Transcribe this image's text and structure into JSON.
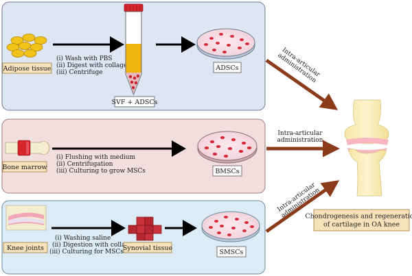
{
  "panels": [
    {
      "id": "adipose",
      "source_label": "Adipose tissue",
      "steps": [
        "(i) Wash with PBS",
        "(ii) Digest with collagenase",
        "(iii) Centrifuge"
      ],
      "intermediate_label": "SVF + ADSCs",
      "cell_label": "ADSCs",
      "route_label": [
        "Intra-articular",
        "administration"
      ],
      "fill": "#dde6f2"
    },
    {
      "id": "bone-marrow",
      "source_label": "Bone marrow",
      "steps": [
        "(i) Flushing with medium",
        "(ii) Centrifugation",
        "(iii) Culturing to grow MSCs"
      ],
      "cell_label": "BMSCs",
      "route_label": [
        "Intra-articular",
        "administration"
      ],
      "fill": "#f3dede"
    },
    {
      "id": "synovial",
      "source_label": "Knee joints",
      "steps": [
        "(i) Washing saline",
        "(ii) Digestion with collagenase",
        "(iii) Culturing for MSCs"
      ],
      "intermediate_label": "Synovial tissue",
      "cell_label": "SMSCs",
      "route_label": [
        "Intra-articular",
        "administration"
      ],
      "fill": "#dcebf5"
    }
  ],
  "outcome_label": [
    "Chondrogenesis and regeneration",
    "of cartilage in OA knee"
  ],
  "colors": {
    "label_box": "#f6e1bb",
    "arrow_brown": "#8b3a1a",
    "dish_cell": "#d42a3a",
    "adipocyte": "#f2c11a",
    "tube_cap": "#d6262c",
    "bone": "#f8efbe",
    "cartilage": "#f7b6c0",
    "synovial_block": "#c9323a"
  }
}
